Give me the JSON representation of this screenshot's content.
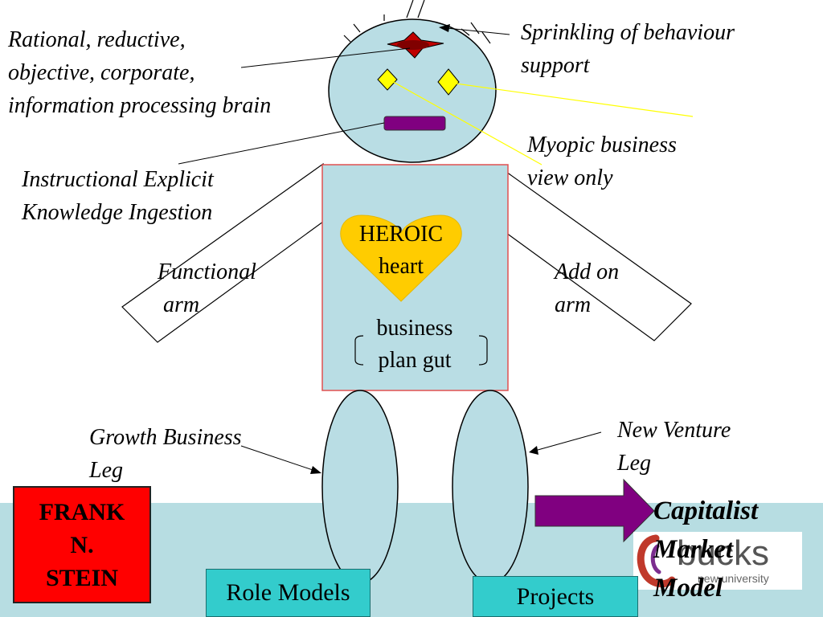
{
  "labels": {
    "brain": "Rational, reductive,\nobjective, corporate,\ninformation processing brain",
    "behaviour": "Sprinkling of behaviour\nsupport",
    "myopic": "Myopic business\nview only",
    "knowledge": "Instructional Explicit\nKnowledge Ingestion",
    "functional_arm": "Functional\n arm",
    "addon_arm": "Add on\narm",
    "growth_leg": "Growth Business\nLeg",
    "venture_leg": "New Venture\nLeg"
  },
  "body": {
    "heart": "HEROIC\nheart",
    "gut": "business\nplan gut"
  },
  "boxes": {
    "name": "FRANK\nN.\nSTEIN",
    "role_models": "Role Models",
    "projects": "Projects"
  },
  "market": "Capitalist\nMarket\nModel",
  "logo": {
    "main": "bucks",
    "sub": "new university"
  },
  "colors": {
    "body_fill": "#b9dde4",
    "band": "#b7dde2",
    "heart": "#ffcc00",
    "eyes": "#ffff00",
    "mouth": "#800080",
    "arrow": "#800080",
    "name_box": "#ff0000",
    "teal_box": "#33cccc",
    "logo_red": "#c0392b"
  }
}
